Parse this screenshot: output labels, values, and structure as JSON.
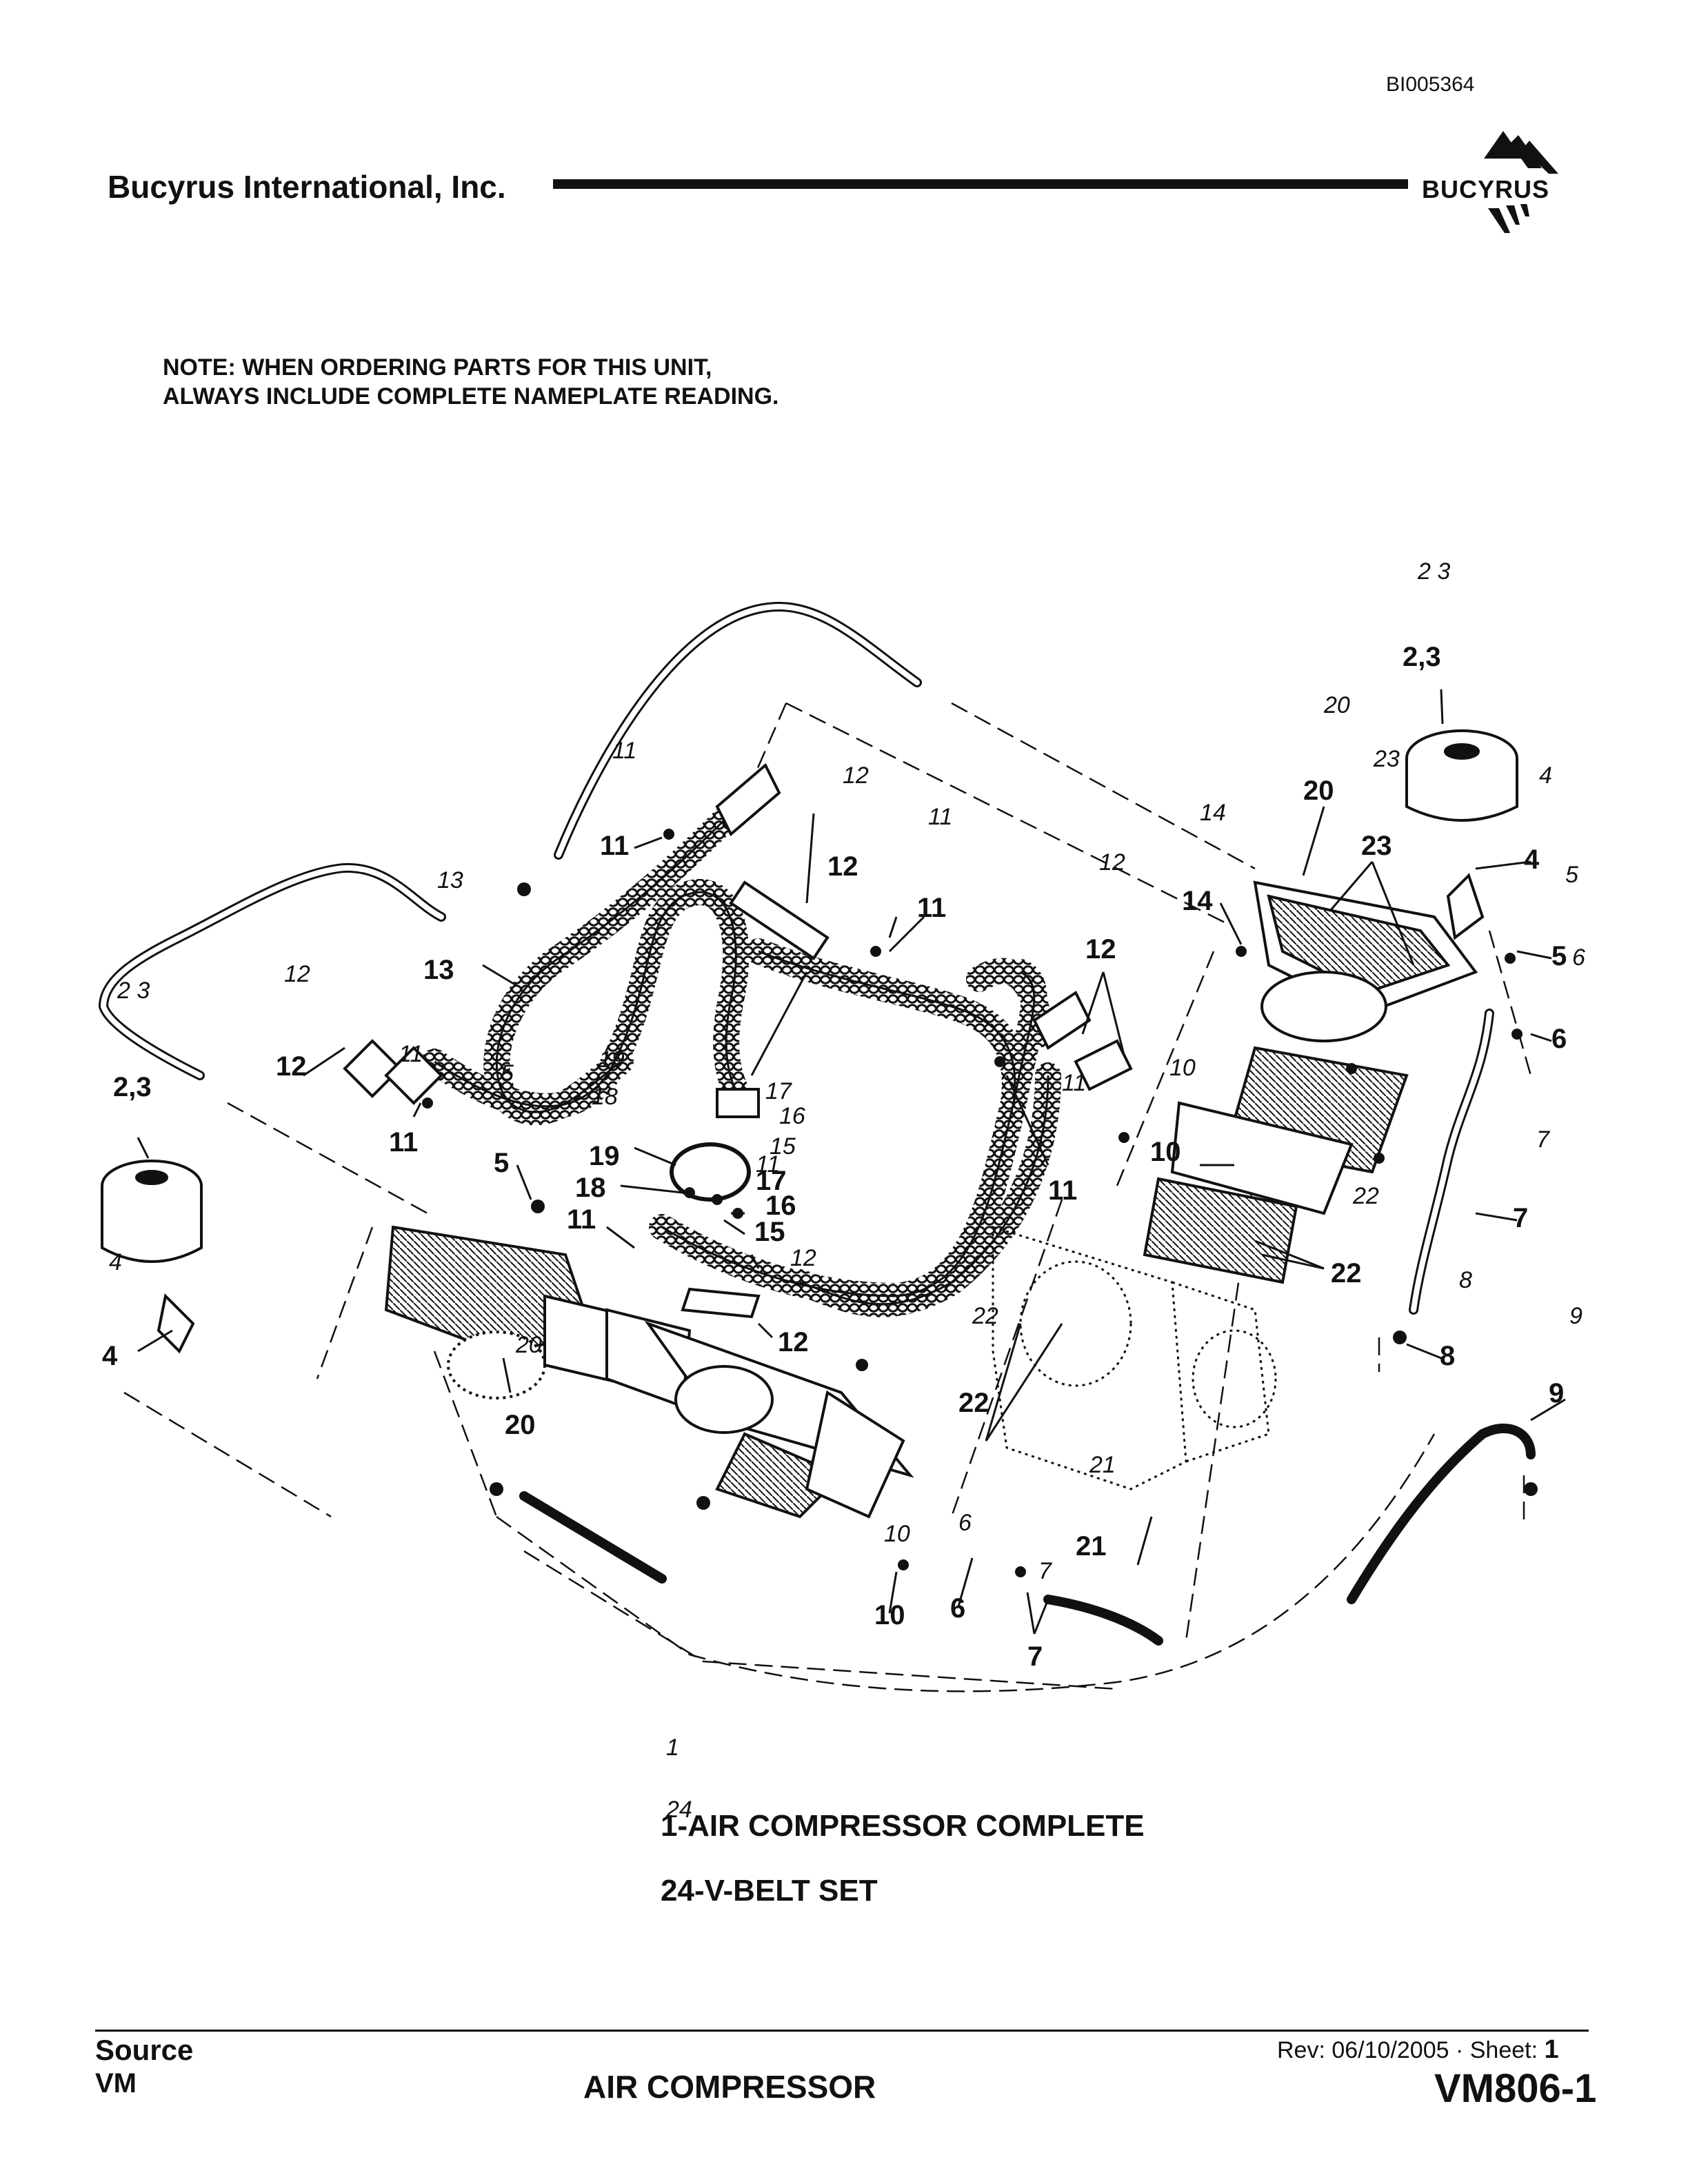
{
  "header": {
    "doc_id": "BI005364",
    "company": "Bucyrus International, Inc.",
    "brand": "BUCYRUS"
  },
  "note": {
    "line1": "NOTE: WHEN ORDERING PARTS FOR THIS UNIT,",
    "line2": "ALWAYS INCLUDE COMPLETE NAMEPLATE READING."
  },
  "callouts": {
    "c23_top": "2 3",
    "c23": "2,3",
    "c20_it": "20",
    "c23_it": "23",
    "c4_it": "4",
    "c20": "20",
    "c23b": "23",
    "c4": "4",
    "c5_it": "5",
    "c14_it": "14",
    "c14": "14",
    "c12_it_a": "12",
    "c11_it_a": "11",
    "c12_it_b": "12",
    "c12a": "12",
    "c11a": "11",
    "c11_it_b": "11",
    "c11b": "11",
    "c13_it": "13",
    "c56": "5",
    "c6_it_r": "6",
    "c12b": "12",
    "c6": "6",
    "c23_it_l": "2 3",
    "c12_it_l": "12",
    "c13": "13",
    "c12c": "12",
    "c10_it": "10",
    "c7_it": "7",
    "c23_l": "2,3",
    "c11_it_c": "11",
    "c19_it": "19",
    "c18_it": "18",
    "c17_it": "17",
    "c16_it": "16",
    "c15_it": "15",
    "c11c": "11",
    "c11d": "11",
    "c10": "10",
    "c5": "5",
    "c19": "19",
    "c18": "18",
    "c17": "17",
    "c16": "16",
    "c11e": "11",
    "c15": "15",
    "c12_it_d": "12",
    "c7": "7",
    "c22_it_a": "22",
    "c22a": "22",
    "c8_it": "8",
    "c4_it_l": "4",
    "c5_it_b": "5",
    "c22_it_b": "22",
    "c12d": "12",
    "c20_it_b": "20",
    "c9_it": "9",
    "c4l": "4",
    "c8": "8",
    "c22b": "22",
    "c20b": "20",
    "c9": "9",
    "c21_it": "21",
    "c10_it_b": "10",
    "c6_it_b": "6",
    "c21": "21",
    "c7_it_b": "7",
    "c10b": "10",
    "c6b": "6",
    "c7b": "7",
    "c11_it_d": "11",
    "c1_it": "1",
    "c24_it": "24"
  },
  "captions": {
    "line1": "1-AIR COMPRESSOR COMPLETE",
    "line2": "24-V-BELT SET"
  },
  "footer": {
    "source_label": "Source",
    "source_value": "VM",
    "title": "AIR COMPRESSOR",
    "rev_text": "Rev: 06/10/2005 · Sheet:",
    "sheet": "1",
    "doc_number": "VM806-1"
  }
}
